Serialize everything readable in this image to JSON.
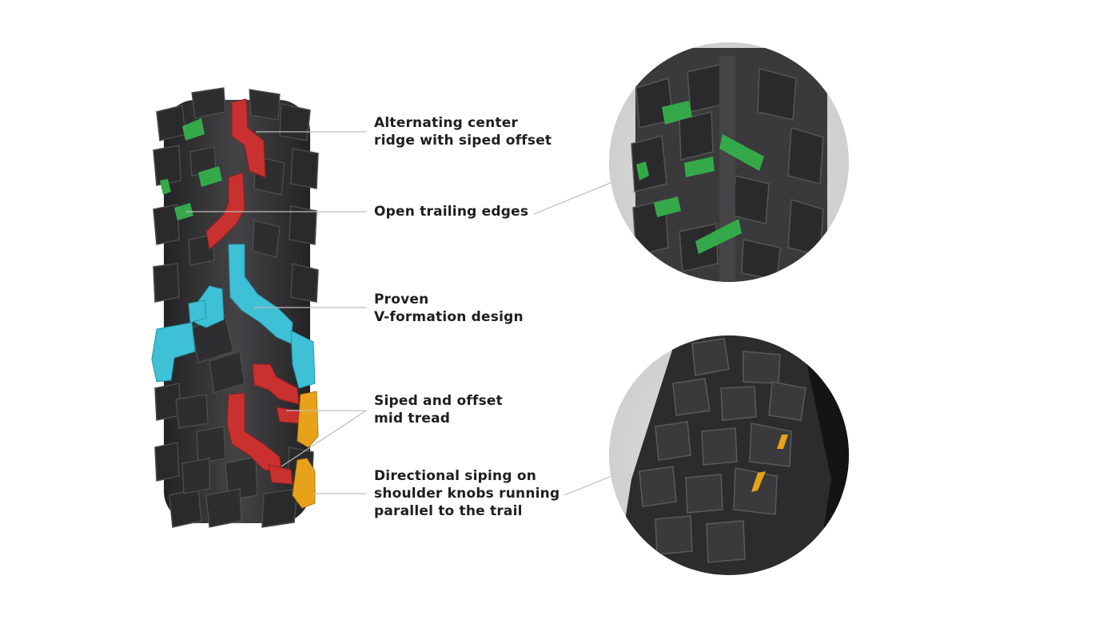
{
  "callouts": [
    {
      "id": "center-ridge",
      "lines": [
        "Alternating center",
        "ridge with siped offset"
      ],
      "color": "#c8312f"
    },
    {
      "id": "trailing-edges",
      "lines": [
        "Open trailing edges"
      ],
      "color": "#35a94a"
    },
    {
      "id": "v-formation",
      "lines": [
        "Proven",
        "V-formation design"
      ],
      "color": "#3ec1d6"
    },
    {
      "id": "mid-tread",
      "lines": [
        "Siped and offset",
        "mid tread"
      ],
      "color": "#c8312f"
    },
    {
      "id": "shoulder-siping",
      "lines": [
        "Directional siping on",
        "shoulder knobs running",
        "parallel to the trail"
      ],
      "color": "#e8a21a"
    }
  ],
  "colors": {
    "tire": "#3a3a3c",
    "knob": "#2b2b2d",
    "knob_edge": "#4c4c4f",
    "center_ridge": "#c8312f",
    "trailing_edges": "#35a94a",
    "v_formation": "#3ec1d6",
    "shoulder_siping": "#e8a21a",
    "leader_line": "#bdbdbd",
    "zoom_background": "#d9d9d9"
  }
}
